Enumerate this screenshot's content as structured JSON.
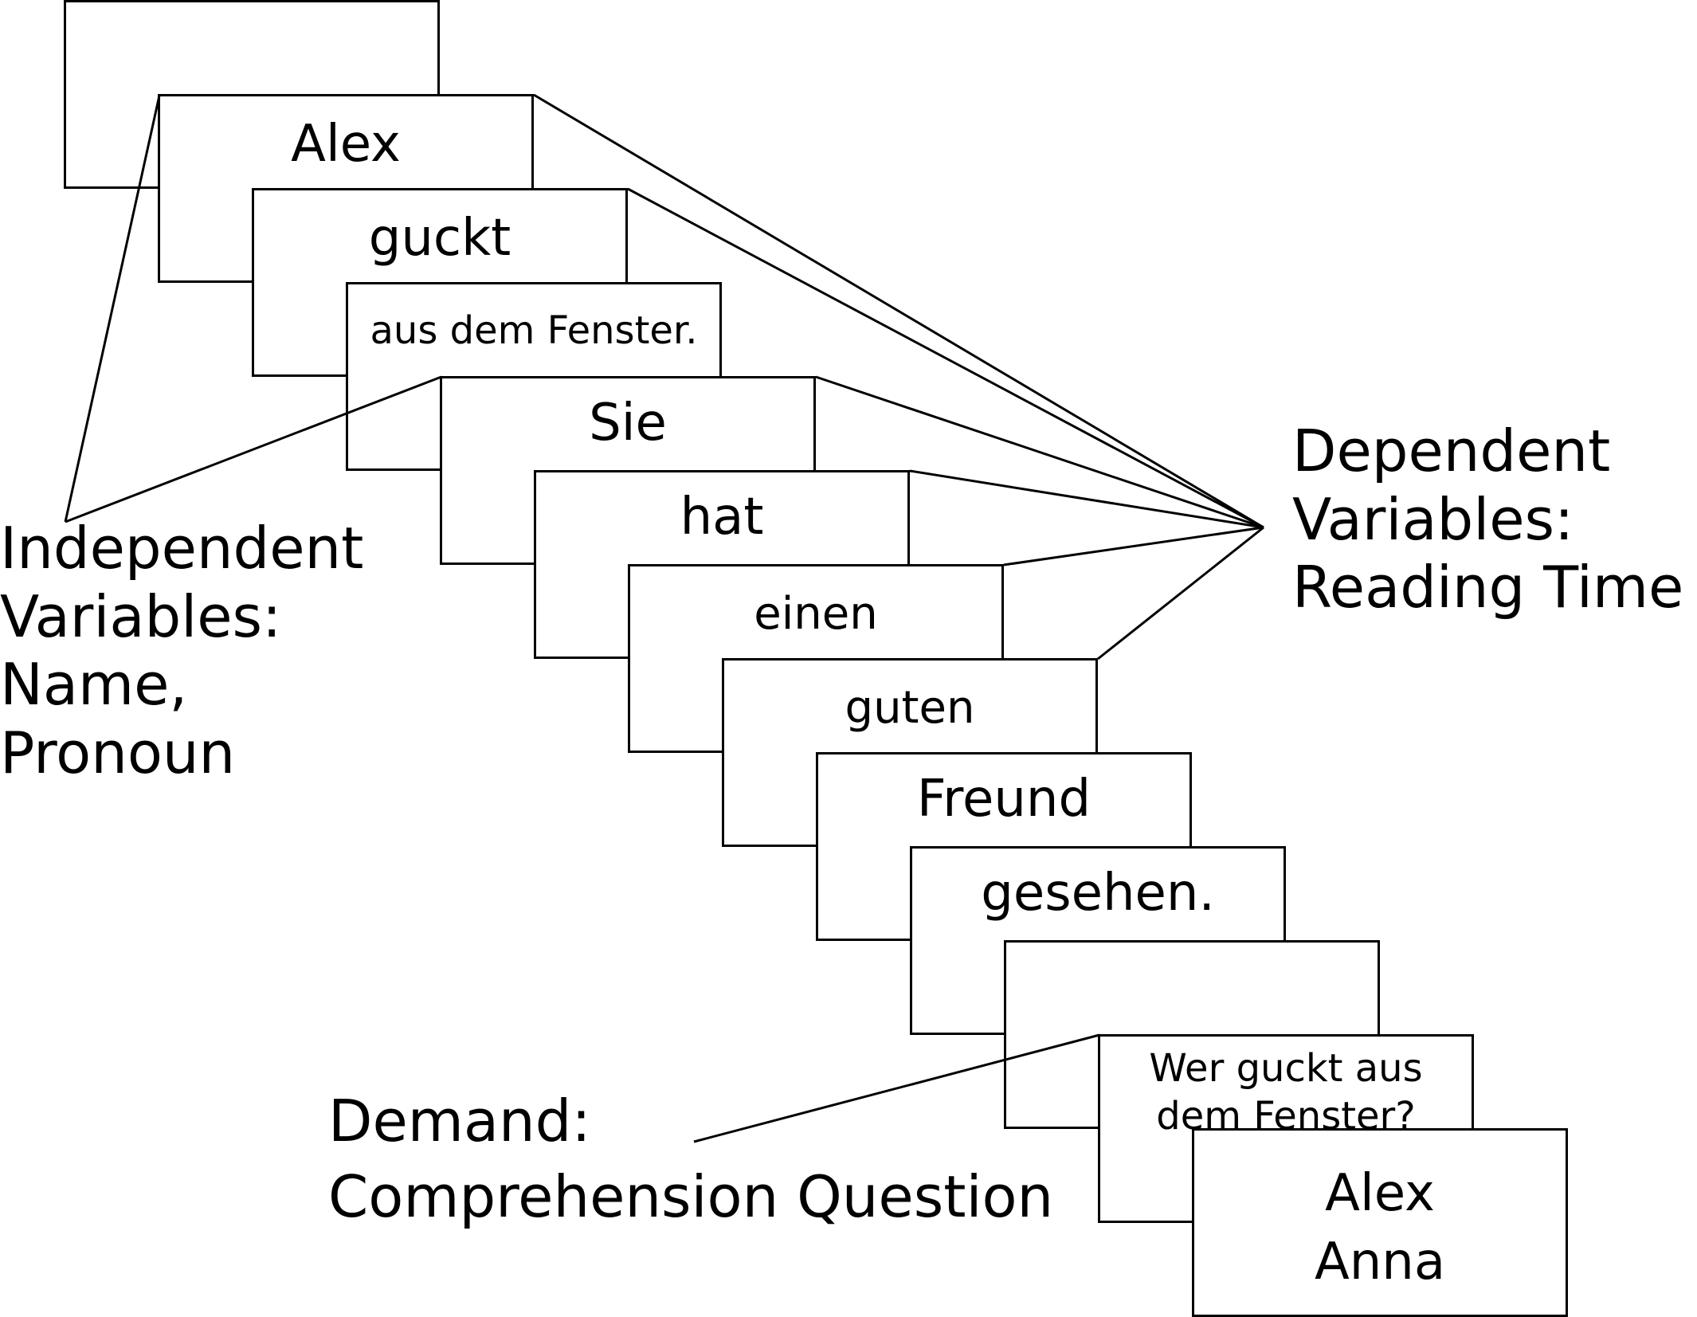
{
  "frames": [
    {
      "id": "blank-start",
      "text": ""
    },
    {
      "id": "alex",
      "text": "Alex"
    },
    {
      "id": "guckt",
      "text": "guckt"
    },
    {
      "id": "aus-dem-fenster",
      "text": "aus dem Fenster."
    },
    {
      "id": "sie",
      "text": "Sie"
    },
    {
      "id": "hat",
      "text": "hat"
    },
    {
      "id": "einen",
      "text": "einen"
    },
    {
      "id": "guten",
      "text": "guten"
    },
    {
      "id": "freund",
      "text": "Freund"
    },
    {
      "id": "gesehen",
      "text": "gesehen."
    },
    {
      "id": "blank-end",
      "text": ""
    },
    {
      "id": "question",
      "text": "Wer guckt aus\ndem Fenster?"
    },
    {
      "id": "answers",
      "text": "Alex\nAnna"
    }
  ],
  "labels": {
    "independent": "Independent\nVariables:\nName,\nPronoun",
    "dependent": "Dependent\nVariables:\nReading Time",
    "demand": "Demand:\nComprehension Question"
  }
}
